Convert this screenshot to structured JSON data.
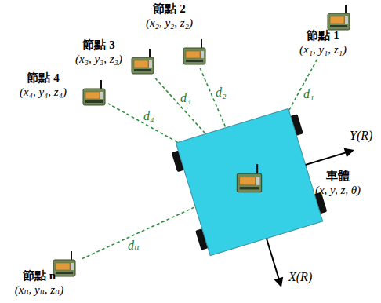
{
  "diagram": {
    "nodes": [
      {
        "text": [
          "節點 1",
          "(x₁, y₁, z₁)"
        ]
      },
      {
        "text": [
          "節點 2",
          "(x₂, y₂, z₂)"
        ]
      },
      {
        "text": [
          "節點 3",
          "(x₃, y₃, z₃)"
        ]
      },
      {
        "text": [
          "節點 4",
          "(x₄, y₄, z₄)"
        ]
      },
      {
        "text": [
          "節點 n",
          "(xₙ, yₙ, zₙ)"
        ]
      },
      {
        "text": [
          "車體",
          "(x, y, z, θ)"
        ]
      }
    ],
    "edges": [
      {
        "from": 5,
        "to": 0,
        "arrow": "none",
        "label": "d₁"
      },
      {
        "from": 5,
        "to": 1,
        "arrow": "none",
        "label": "d₂"
      },
      {
        "from": 5,
        "to": 2,
        "arrow": "none",
        "label": "d₃"
      },
      {
        "from": 5,
        "to": 3,
        "arrow": "none",
        "label": "d₄"
      },
      {
        "from": 5,
        "to": 4,
        "arrow": "none",
        "label": "dₙ"
      }
    ],
    "labels": [
      "Y(R)",
      "X(R)"
    ]
  }
}
